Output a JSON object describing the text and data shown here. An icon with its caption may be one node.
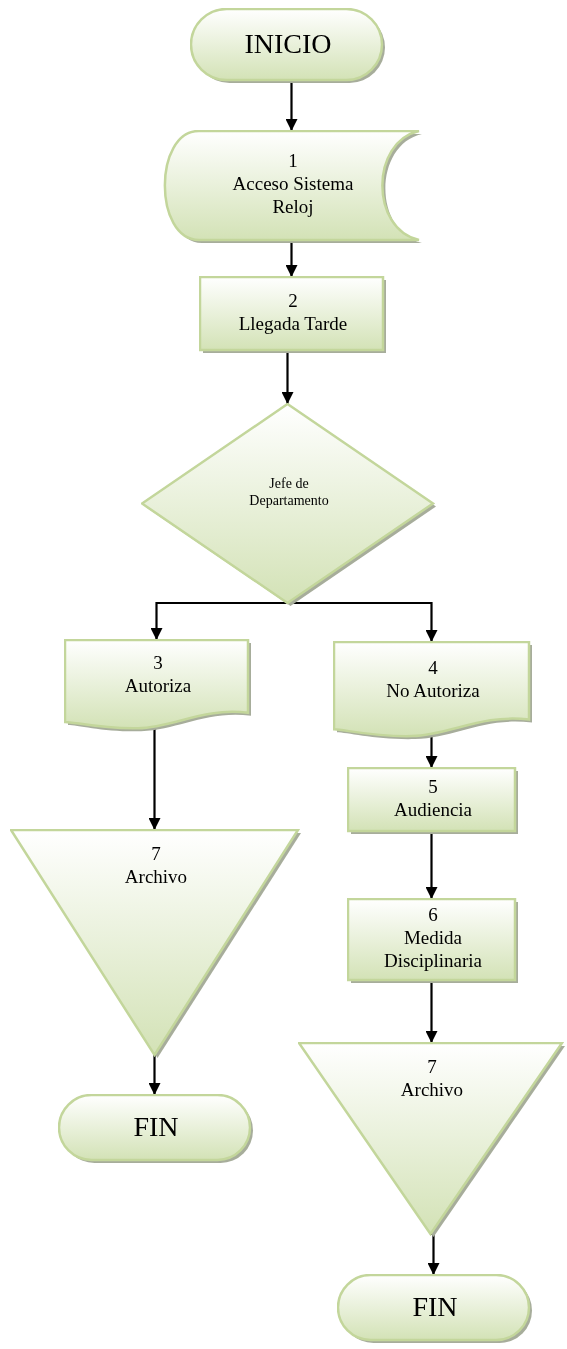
{
  "diagram": {
    "nodes": [
      {
        "text": [
          "INICIO"
        ]
      },
      {
        "text": [
          "1",
          "Acceso Sistema Reloj"
        ]
      },
      {
        "text": [
          "2",
          "Llegada Tarde"
        ]
      },
      {
        "text": [
          "Jefe de Departamento"
        ]
      },
      {
        "text": [
          "3",
          "Autoriza"
        ]
      },
      {
        "text": [
          "4",
          "No Autoriza"
        ]
      },
      {
        "text": [
          "5",
          "Audiencia"
        ]
      },
      {
        "text": [
          "6",
          "Medida Disciplinaria"
        ]
      },
      {
        "text": [
          "7",
          "Archivo"
        ]
      },
      {
        "text": [
          "FIN"
        ]
      },
      {
        "text": [
          "7",
          "Archivo"
        ]
      },
      {
        "text": [
          "FIN"
        ]
      }
    ],
    "edges": [
      {
        "from": 0,
        "to": 1,
        "arrow": "to"
      },
      {
        "from": 1,
        "to": 2,
        "arrow": "to"
      },
      {
        "from": 2,
        "to": 3,
        "arrow": "to"
      },
      {
        "from": 3,
        "to": 4,
        "arrow": "to"
      },
      {
        "from": 3,
        "to": 5,
        "arrow": "to"
      },
      {
        "from": 4,
        "to": 8,
        "arrow": "to"
      },
      {
        "from": 5,
        "to": 6,
        "arrow": "to"
      },
      {
        "from": 6,
        "to": 7,
        "arrow": "to"
      },
      {
        "from": 7,
        "to": 10,
        "arrow": "to"
      },
      {
        "from": 8,
        "to": 9,
        "arrow": "to"
      },
      {
        "from": 10,
        "to": 11,
        "arrow": "to"
      }
    ]
  }
}
